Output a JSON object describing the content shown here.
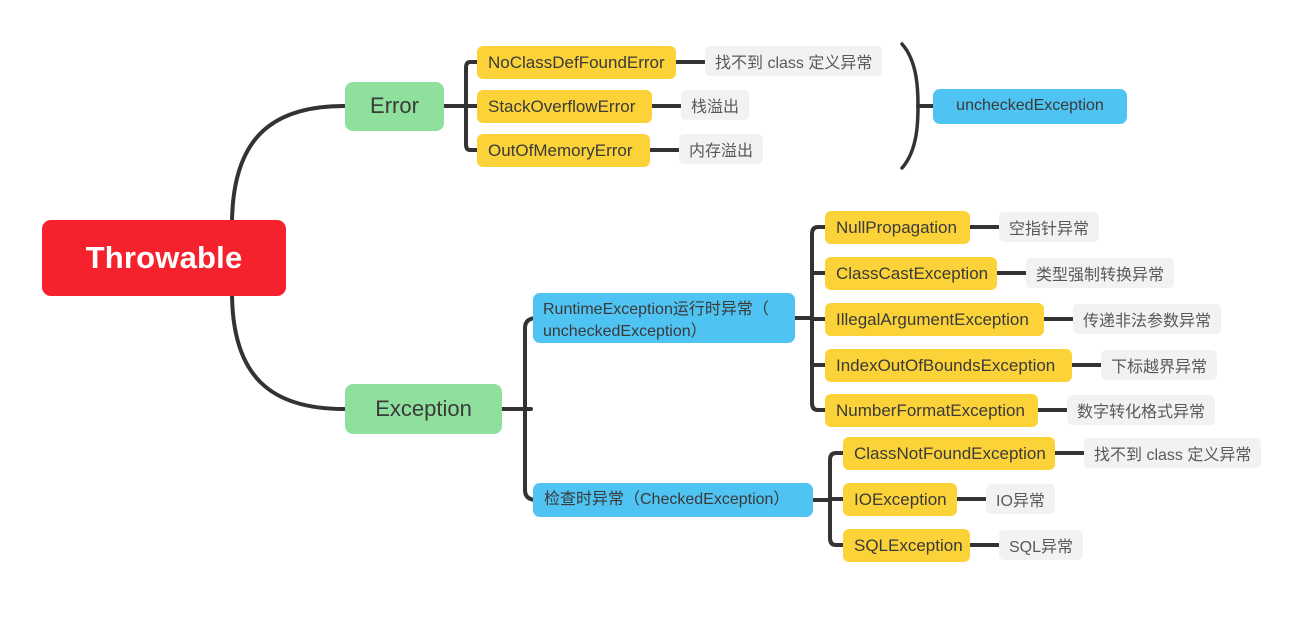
{
  "diagram": {
    "type": "mindmap",
    "title": "Throwable",
    "background_color": "#FFFFFF",
    "colors": {
      "root": "#F5222D",
      "branch": "#8EE09C",
      "leaf": "#FBD338",
      "blue": "#4FC3F2",
      "note": "#F2F2F2",
      "edge": "#333333"
    }
  },
  "root": {
    "label": "Throwable"
  },
  "branches": [
    {
      "id": "error",
      "label": "Error",
      "children": [
        {
          "label": "NoClassDefFoundError",
          "note": "找不到 class 定义异常"
        },
        {
          "label": "StackOverflowError",
          "note": "栈溢出"
        },
        {
          "label": "OutOfMemoryError",
          "note": "内存溢出"
        }
      ],
      "group_label": "uncheckedException"
    },
    {
      "id": "exception",
      "label": "Exception",
      "groups": [
        {
          "id": "runtime",
          "label_line1": "RuntimeException运行时异常（",
          "label_line2": "uncheckedException）",
          "children": [
            {
              "label": "NullPropagation",
              "note": "空指针异常"
            },
            {
              "label": "ClassCastException",
              "note": "类型强制转换异常"
            },
            {
              "label": "IllegalArgumentException",
              "note": "传递非法参数异常"
            },
            {
              "label": "IndexOutOfBoundsException",
              "note": "下标越界异常"
            },
            {
              "label": "NumberFormatException",
              "note": "数字转化格式异常"
            }
          ]
        },
        {
          "id": "checked",
          "label_line1": "检查时异常（CheckedException）",
          "children": [
            {
              "label": "ClassNotFoundException",
              "note": "找不到 class 定义异常"
            },
            {
              "label": "IOException",
              "note": "IO异常"
            },
            {
              "label": "SQLException",
              "note": "SQL异常"
            }
          ]
        }
      ]
    }
  ]
}
